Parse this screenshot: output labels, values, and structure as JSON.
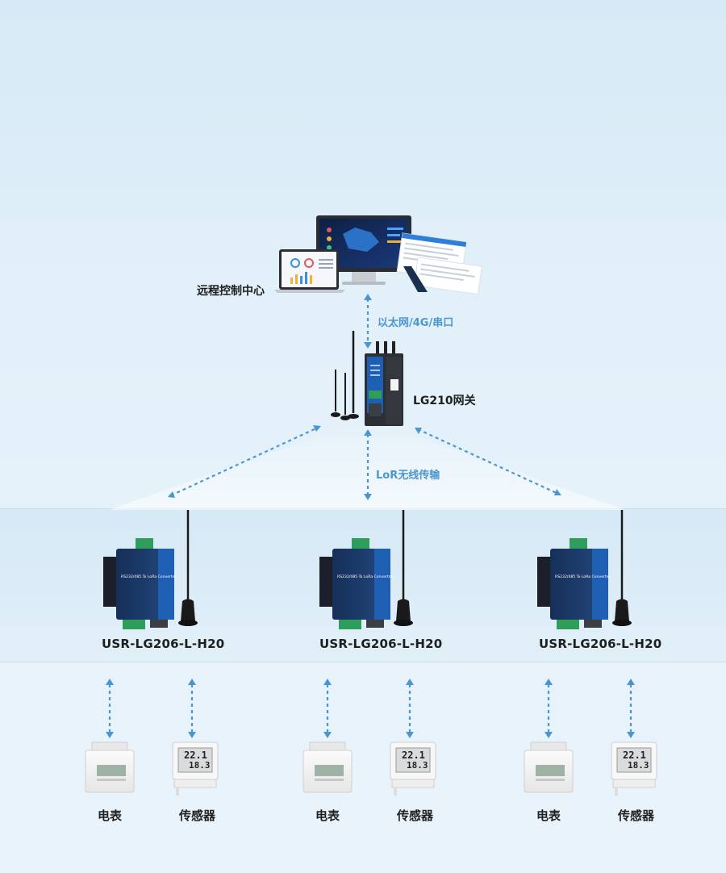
{
  "control_center": {
    "label": "远程控制中心"
  },
  "uplink": {
    "label": "以太网/4G/串口"
  },
  "gateway": {
    "label": "LG210网关"
  },
  "wireless": {
    "label": "LoR无线传输"
  },
  "nodes": [
    {
      "model": "USR-LG206-L-H20",
      "device_label": "RS232/485 To LoRa Converter",
      "left_device": "电表",
      "right_device": "传感器"
    },
    {
      "model": "USR-LG206-L-H20",
      "device_label": "RS232/485 To LoRa Converter",
      "left_device": "电表",
      "right_device": "传感器"
    },
    {
      "model": "USR-LG206-L-H20",
      "device_label": "RS232/485 To LoRa Converter",
      "left_device": "电表",
      "right_device": "传感器"
    }
  ],
  "sensor_display": {
    "line1": "22.1",
    "line2": "18.3"
  },
  "colors": {
    "arrow": "#4a97cf",
    "device_blue": "#1c3c6e",
    "terminal_green": "#2e9e5a"
  }
}
